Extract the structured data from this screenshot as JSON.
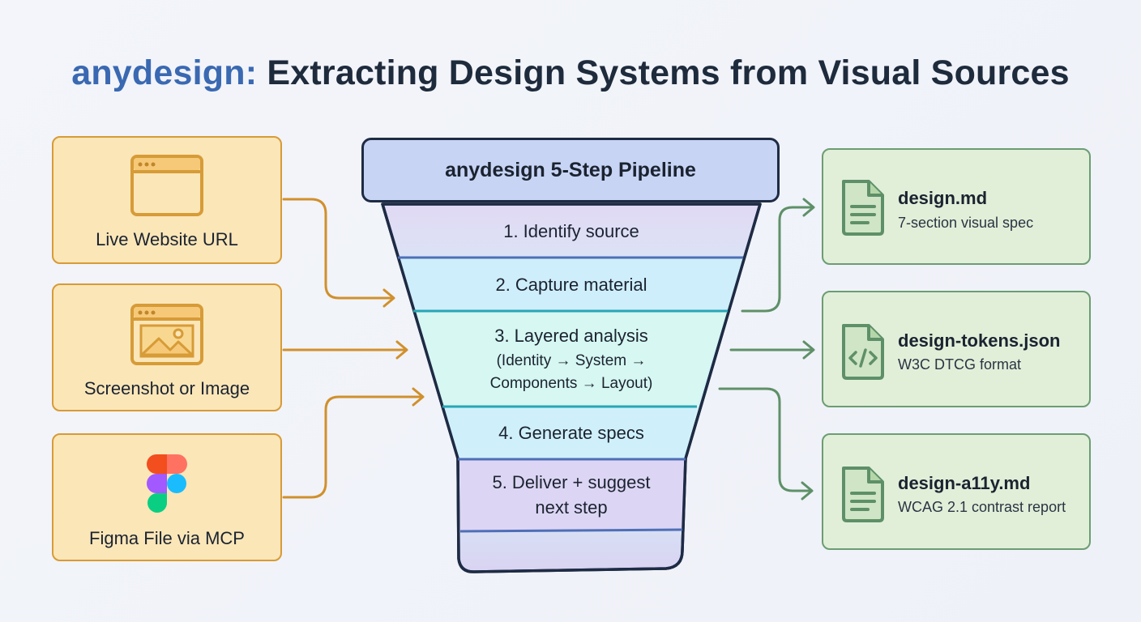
{
  "title": {
    "brand": "anydesign:",
    "rest": "Extracting Design Systems from Visual Sources"
  },
  "sources": [
    {
      "label": "Live Website URL",
      "icon": "browser-window-icon"
    },
    {
      "label": "Screenshot or Image",
      "icon": "image-icon"
    },
    {
      "label": "Figma File via MCP",
      "icon": "figma-logo-icon"
    }
  ],
  "pipeline": {
    "header": "anydesign 5-Step Pipeline",
    "steps": [
      {
        "label": "1. Identify source"
      },
      {
        "label": "2. Capture material"
      },
      {
        "label": "3. Layered analysis",
        "sub1": "(Identity → System →",
        "sub2": "Components → Layout)"
      },
      {
        "label": "4. Generate specs"
      },
      {
        "label": "5. Deliver + suggest",
        "sub1": "next step"
      }
    ]
  },
  "outputs": [
    {
      "title": "design.md",
      "desc": "7-section visual spec",
      "icon": "document-icon"
    },
    {
      "title": "design-tokens.json",
      "desc": "W3C DTCG format",
      "icon": "code-file-icon"
    },
    {
      "title": "design-a11y.md",
      "desc": "WCAG 2.1 contrast report",
      "icon": "document-icon"
    }
  ],
  "colors": {
    "brand": "#3a69b2",
    "source_fill": "#fbe6b8",
    "source_stroke": "#d79b37",
    "output_fill": "#e1efd9",
    "output_stroke": "#6c9d72",
    "funnel_stroke": "#1e2b44"
  }
}
